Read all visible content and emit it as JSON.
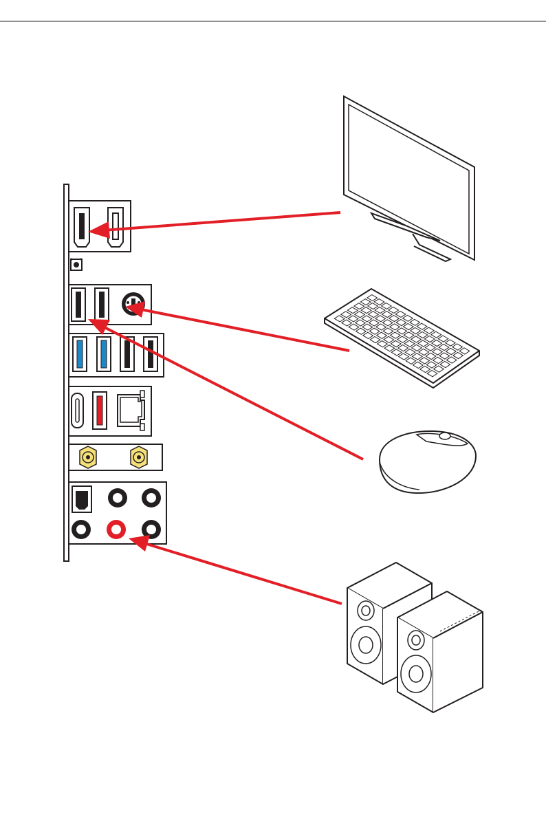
{
  "diagram": {
    "type": "connection-diagram",
    "colors": {
      "arrow": "#e21f26",
      "outline": "#231f20",
      "usb3_blue": "#1e87c8",
      "usb_red": "#e21f26",
      "antenna_gold": "#f5e07a",
      "panel_bg": "#ffffff",
      "keycap": "#ffffff",
      "device_fill": "#ffffff"
    },
    "io_panel": {
      "ports": [
        {
          "name": "hdmi-port-1",
          "icon": "hdmi-icon"
        },
        {
          "name": "hdmi-port-2",
          "icon": "hdmi-icon"
        },
        {
          "name": "clear-cmos-button",
          "icon": "button-icon"
        },
        {
          "name": "usb2-port-1",
          "icon": "usb-icon"
        },
        {
          "name": "usb2-port-2",
          "icon": "usb-icon"
        },
        {
          "name": "ps2-port",
          "icon": "ps2-icon"
        },
        {
          "name": "usb3-port-blue-1",
          "icon": "usb-icon"
        },
        {
          "name": "usb3-port-blue-2",
          "icon": "usb-icon"
        },
        {
          "name": "usb-port-3",
          "icon": "usb-icon"
        },
        {
          "name": "usb-port-4",
          "icon": "usb-icon"
        },
        {
          "name": "usb-c-port",
          "icon": "usb-c-icon"
        },
        {
          "name": "usb-port-red",
          "icon": "usb-icon"
        },
        {
          "name": "lan-port",
          "icon": "ethernet-icon"
        },
        {
          "name": "antenna-connector-1",
          "icon": "antenna-icon"
        },
        {
          "name": "antenna-connector-2",
          "icon": "antenna-icon"
        },
        {
          "name": "optical-spdif-port",
          "icon": "optical-icon"
        },
        {
          "name": "audio-jack-1",
          "icon": "audio-jack-icon"
        },
        {
          "name": "audio-jack-2",
          "icon": "audio-jack-icon"
        },
        {
          "name": "audio-jack-3",
          "icon": "audio-jack-icon"
        },
        {
          "name": "audio-jack-line-out",
          "icon": "audio-jack-icon"
        },
        {
          "name": "audio-jack-5",
          "icon": "audio-jack-icon"
        }
      ]
    },
    "devices": [
      {
        "name": "monitor",
        "icon": "monitor-icon",
        "connects_to": "hdmi-port-1"
      },
      {
        "name": "keyboard",
        "icon": "keyboard-icon",
        "connects_to": "usb2-port-2"
      },
      {
        "name": "mouse",
        "icon": "mouse-icon",
        "connects_to": "usb2-port-1"
      },
      {
        "name": "speakers",
        "icon": "speaker-icon",
        "connects_to": "audio-jack-line-out"
      }
    ]
  }
}
